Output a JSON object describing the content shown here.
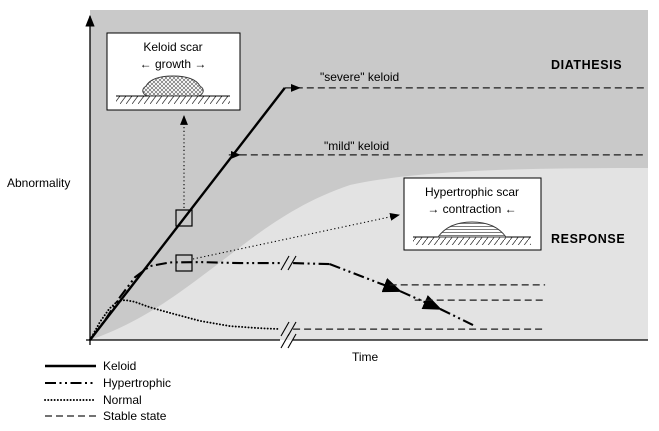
{
  "figure": {
    "y_axis_label": "Abnormality",
    "x_axis_label": "Time",
    "region_labels": {
      "upper": "DIATHESIS",
      "lower": "RESPONSE"
    },
    "line_labels": {
      "severe": "\"severe\" keloid",
      "mild": "\"mild\" keloid"
    }
  },
  "insets": {
    "keloid": {
      "title": "Keloid scar",
      "action": "← growth →"
    },
    "hypertrophic": {
      "title": "Hypertrophic scar",
      "action": "→ contraction ←"
    }
  },
  "legend": {
    "items": [
      {
        "label": "Keloid",
        "style": "solid"
      },
      {
        "label": "Hypertrophic",
        "style": "dashdot"
      },
      {
        "label": "Normal",
        "style": "dotted"
      },
      {
        "label": "Stable state",
        "style": "dashed"
      }
    ]
  },
  "chart_data": {
    "type": "line",
    "xlabel": "Time",
    "ylabel": "Abnormality",
    "x_range": [
      0,
      100
    ],
    "y_range": [
      0,
      100
    ],
    "axes_quantitative": false,
    "regions": [
      {
        "name": "DIATHESIS",
        "position": "upper",
        "color": "#c9c9c9"
      },
      {
        "name": "RESPONSE",
        "position": "lower",
        "color": "#e3e3e3",
        "boundary_points": [
          [
            0,
            0
          ],
          [
            21.6,
            21
          ],
          [
            46.8,
            47
          ],
          [
            64,
            51.5
          ],
          [
            100,
            52
          ]
        ]
      }
    ],
    "series": [
      {
        "name": "keloid",
        "style": "solid",
        "segments": [
          {
            "points": [
              [
                0,
                0
              ],
              [
                35.1,
                76.4
              ]
            ]
          }
        ]
      },
      {
        "name": "severe-keloid",
        "style": "dashed",
        "label": "\"severe\" keloid",
        "segments": [
          {
            "points": [
              [
                35.1,
                76.4
              ],
              [
                100,
                76.4
              ]
            ]
          },
          {
            "style": "thin",
            "arrow_end": true,
            "points": [
              [
                36.2,
                76.4
              ],
              [
                37.8,
                76.4
              ]
            ]
          }
        ]
      },
      {
        "name": "mild-keloid",
        "style": "dashed",
        "label": "\"mild\" keloid",
        "segments": [
          {
            "points": [
              [
                25,
                56.1
              ],
              [
                100,
                56.1
              ]
            ]
          },
          {
            "style": "thin",
            "arrow_end": true,
            "points": [
              [
                25.4,
                56.1
              ],
              [
                27,
                56.1
              ]
            ]
          }
        ]
      },
      {
        "name": "hypertrophic",
        "style": "dashdot",
        "segments": [
          {
            "points": [
              [
                0,
                0
              ],
              [
                2.7,
                6
              ],
              [
                5.4,
                13
              ],
              [
                8.1,
                19
              ],
              [
                10.8,
                22.4
              ],
              [
                14.4,
                23.5
              ],
              [
                20,
                23.6
              ],
              [
                27,
                23.3
              ],
              [
                34.2,
                23.3
              ]
            ]
          },
          {
            "points": [
              [
                36.6,
                23.3
              ],
              [
                43.2,
                23
              ]
            ]
          },
          {
            "arrow_end": true,
            "points": [
              [
                43.2,
                23
              ],
              [
                55.9,
                14.8
              ]
            ]
          },
          {
            "arrow_end": true,
            "points": [
              [
                55.9,
                14.8
              ],
              [
                63.1,
                9.4
              ]
            ]
          },
          {
            "points": [
              [
                63.1,
                9.4
              ],
              [
                69.4,
                4.2
              ]
            ]
          }
        ]
      },
      {
        "name": "normal",
        "style": "dotted",
        "segments": [
          {
            "points": [
              [
                0,
                0
              ],
              [
                1.8,
                5.5
              ],
              [
                3.5,
                9.5
              ],
              [
                5,
                11.8
              ],
              [
                6.3,
                12.1
              ],
              [
                8,
                11.6
              ],
              [
                10.8,
                9.9
              ],
              [
                14.4,
                8.2
              ],
              [
                19.8,
                5.8
              ],
              [
                25.2,
                4.2
              ],
              [
                30.3,
                3.6
              ],
              [
                34.2,
                3.3
              ]
            ]
          }
        ]
      },
      {
        "name": "normal-stable",
        "style": "dashed",
        "segments": [
          {
            "points": [
              [
                36.6,
                3.3
              ],
              [
                82,
                3.3
              ]
            ]
          }
        ]
      },
      {
        "name": "stable-state-upper",
        "style": "dashed",
        "segments": [
          {
            "points": [
              [
                54,
                16.7
              ],
              [
                82,
                16.7
              ]
            ]
          }
        ]
      },
      {
        "name": "stable-state-lower",
        "style": "dashed",
        "segments": [
          {
            "points": [
              [
                58.5,
                12.1
              ],
              [
                82,
                12.1
              ]
            ]
          }
        ]
      }
    ]
  }
}
